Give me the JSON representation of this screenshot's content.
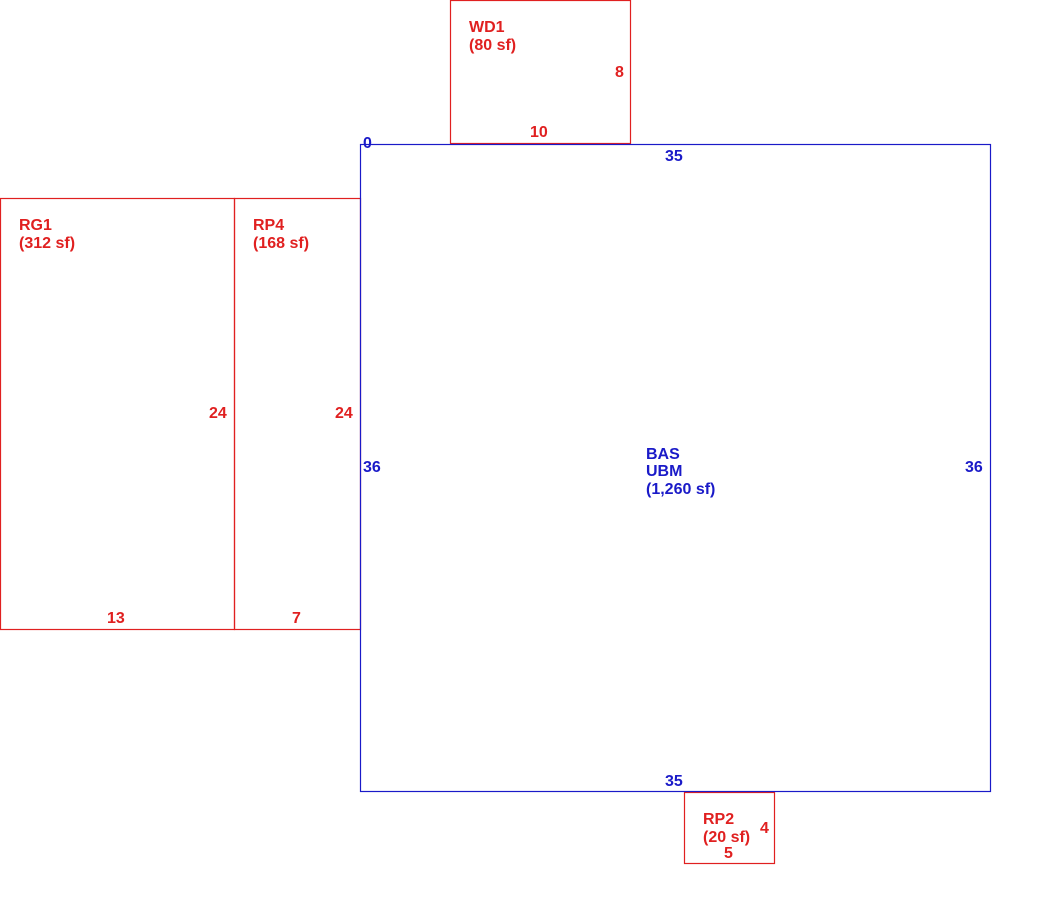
{
  "colors": {
    "addition": "#e02020",
    "main": "#1a1ac8"
  },
  "areas": {
    "wd1": {
      "code": "WD1",
      "area": "(80 sf)",
      "dim_right": "8",
      "dim_bottom": "10"
    },
    "bas": {
      "code": "BAS",
      "sub": "UBM",
      "area": "(1,260 sf)",
      "origin": "0",
      "dim_top": "35",
      "dim_bottom": "35",
      "dim_left": "36",
      "dim_right": "36"
    },
    "rg1": {
      "code": "RG1",
      "area": "(312 sf)",
      "dim_right": "24",
      "dim_bottom": "13"
    },
    "rp4": {
      "code": "RP4",
      "area": "(168 sf)",
      "dim_right": "24",
      "dim_bottom": "7"
    },
    "rp2": {
      "code": "RP2",
      "area": "(20 sf)",
      "dim_right": "4",
      "dim_bottom": "5"
    }
  }
}
